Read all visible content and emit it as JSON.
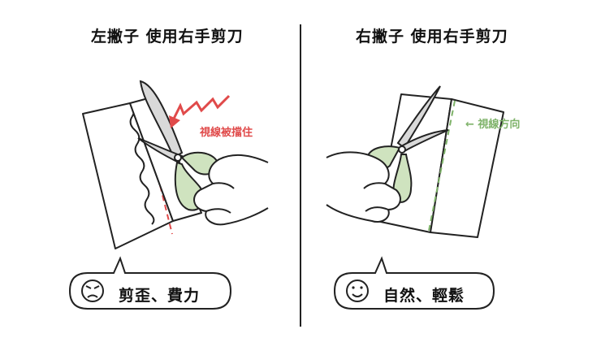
{
  "left_panel": {
    "title": "左撇子 使用右手剪刀",
    "warning_label": "視線被擋住",
    "result_text": "剪歪、費力",
    "face_icon": "angry-face-icon"
  },
  "right_panel": {
    "title": "右撇子 使用右手剪刀",
    "direction_label": "← 視線方向",
    "result_text": "自然、輕鬆",
    "face_icon": "smiling-face-icon"
  },
  "colors": {
    "warning_red": "#e04a4a",
    "guide_green": "#7fb36a",
    "scissor_fill": "#cfe3bf",
    "outline": "#222222"
  }
}
